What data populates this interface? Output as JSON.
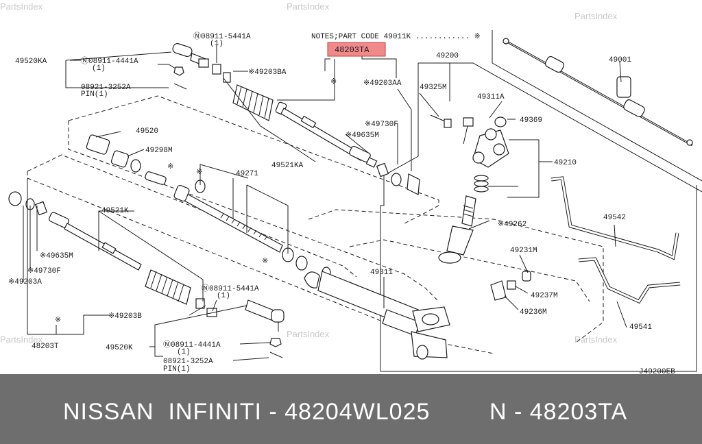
{
  "watermark": "PartsIndex",
  "diagram": {
    "notes": "NOTES;PART CODE 49011K ............ ※",
    "highlight": "48203TA",
    "code": "J49200EB",
    "labels": {
      "p49520KA": "49520KA",
      "p08911_5441A_top": "Ⓝ08911-5441A",
      "p1_top": "(1)",
      "p08911_4441A_top": "Ⓝ08911-4441A",
      "p1_top2": "(1)",
      "p08921_3252A_top": "08921-3252A",
      "pin_top": "PIN(1)",
      "p49203BA": "※49203BA",
      "p49203AA": "※49203AA",
      "p49200": "49200",
      "p49001": "49001",
      "p49325M": "49325M",
      "p49311A": "49311A",
      "p49369": "49369",
      "p49730F_top": "※49730F",
      "p49635M_top": "※49635M",
      "p49210": "49210",
      "p49521KA": "49521KA",
      "p49520": "49520",
      "p49298M": "49298M",
      "p49271": "49271",
      "p49262": "※49262",
      "p49542": "49542",
      "p49521K": "49521K",
      "p49635M_bot": "※49635M",
      "p49730F_bot": "※49730F",
      "p49203A": "※49203A",
      "p49311": "49311",
      "p49231M": "49231M",
      "p49237M": "49237M",
      "p49236M": "49236M",
      "p49541": "49541",
      "p08911_5441A_bot": "Ⓝ08911-5441A",
      "p1_bot": "(1)",
      "p49203B": "※49203B",
      "p48203T": "48203T",
      "p49520K": "49520K",
      "p08911_4441A_bot": "Ⓝ08911-4441A",
      "p1_bot2": "(1)",
      "p08921_3252A_bot": "08921-3252A",
      "pin_bot": "PIN(1)",
      "star1": "※",
      "star2": "※",
      "star3": "※",
      "star4": "※"
    }
  },
  "banner": {
    "left": "NISSAN  INFINITI - 48204WL025",
    "right": "N - 48203TA"
  },
  "colors": {
    "banner": "#6e6e6e",
    "highlight": "#f08a8a"
  }
}
